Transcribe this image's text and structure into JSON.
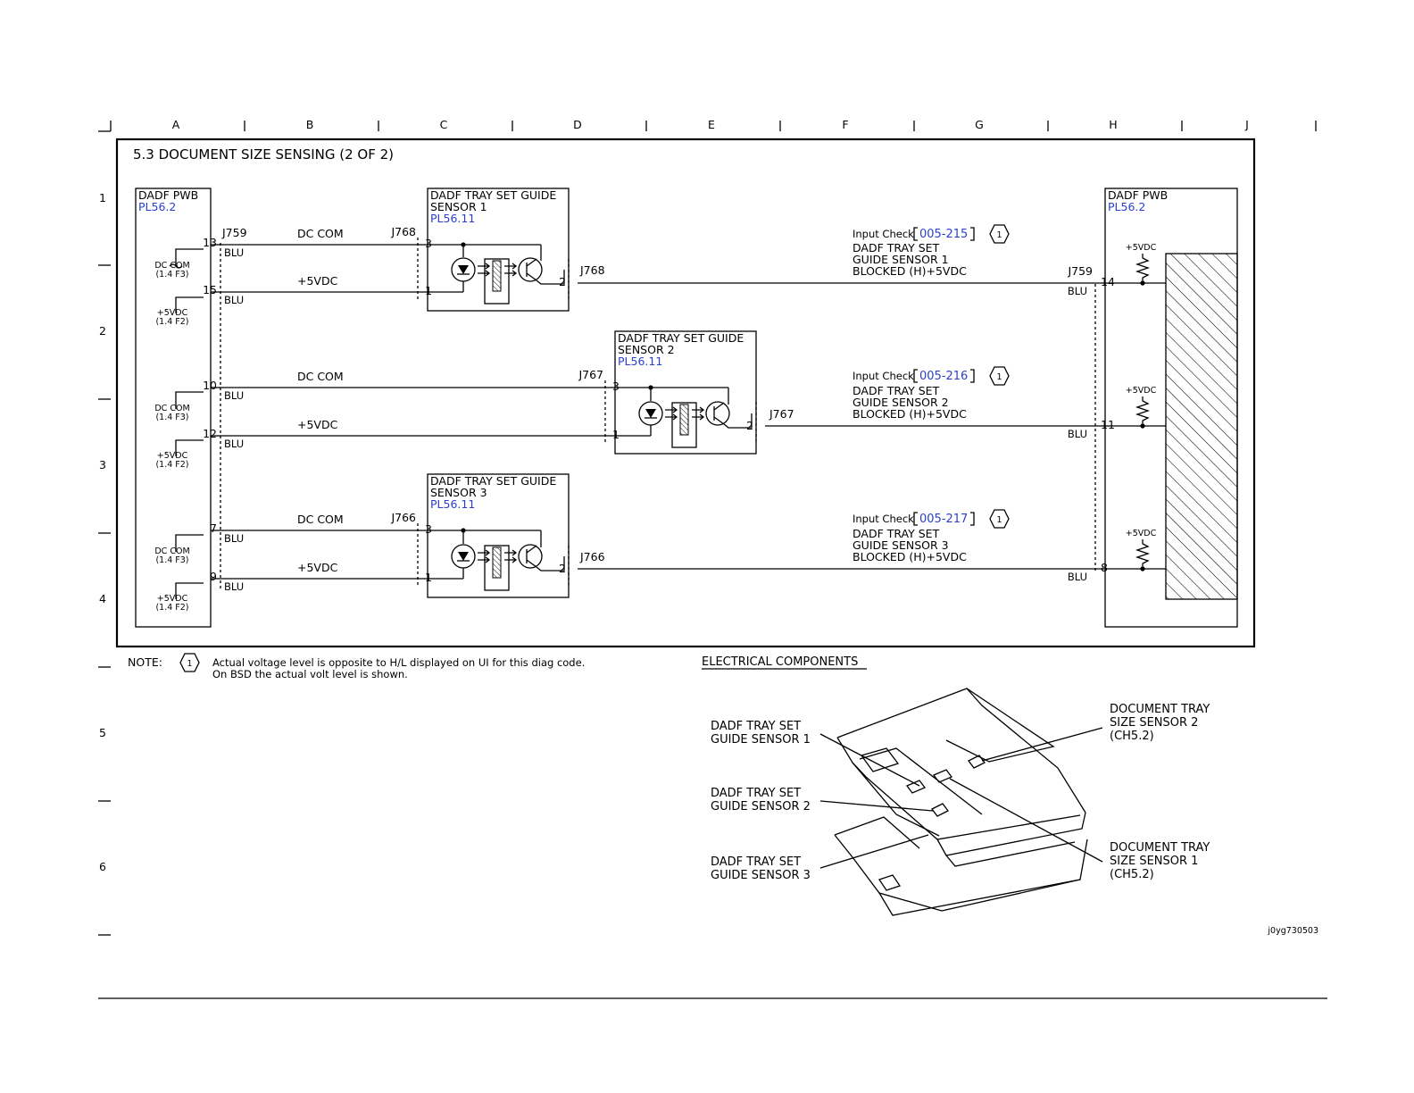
{
  "columns": [
    "A",
    "B",
    "C",
    "D",
    "E",
    "F",
    "G",
    "H",
    "J"
  ],
  "rows": [
    "1",
    "2",
    "3",
    "4",
    "5",
    "6"
  ],
  "title": "5.3 DOCUMENT SIZE SENSING (2 OF 2)",
  "pwb_left": {
    "name": "DADF  PWB",
    "ref": "PL56.2",
    "connector": "J759"
  },
  "pwb_right": {
    "name": "DADF  PWB",
    "ref": "PL56.2",
    "connector": "J759"
  },
  "wire_color": "BLU",
  "sensors": [
    {
      "title_line1": "DADF TRAY SET GUIDE",
      "title_line2": "SENSOR 1",
      "ref": "PL56.11",
      "conn_in": "J768",
      "conn_out": "J768",
      "pin_dccom": "13",
      "pin_5v": "15",
      "pin_s3": "3",
      "pin_s1": "1",
      "pin_s2": "2",
      "pin_right": "14",
      "dccom_label": "DC COM",
      "v5_label": "+5VDC",
      "fuse_dccom": {
        "line1": "DC COM",
        "line2": "(1.4 F3)"
      },
      "fuse_5v": {
        "line1": "+5VDC",
        "line2": "(1.4 F2)"
      },
      "check_label": "Input Check",
      "code": "005-215",
      "desc1": "DADF TRAY SET",
      "desc2": "GUIDE SENSOR 1",
      "desc3": "BLOCKED (H)+5VDC",
      "pullup": "+5VDC"
    },
    {
      "title_line1": "DADF TRAY SET GUIDE",
      "title_line2": "SENSOR 2",
      "ref": "PL56.11",
      "conn_in": "J767",
      "conn_out": "J767",
      "pin_dccom": "10",
      "pin_5v": "12",
      "pin_s3": "3",
      "pin_s1": "1",
      "pin_s2": "2",
      "pin_right": "11",
      "dccom_label": "DC COM",
      "v5_label": "+5VDC",
      "fuse_dccom": {
        "line1": "DC COM",
        "line2": "(1.4 F3)"
      },
      "fuse_5v": {
        "line1": "+5VDC",
        "line2": "(1.4 F2)"
      },
      "check_label": "Input Check",
      "code": "005-216",
      "desc1": "DADF TRAY SET",
      "desc2": "GUIDE SENSOR 2",
      "desc3": "BLOCKED (H)+5VDC",
      "pullup": "+5VDC"
    },
    {
      "title_line1": "DADF TRAY SET GUIDE",
      "title_line2": "SENSOR 3",
      "ref": "PL56.11",
      "conn_in": "J766",
      "conn_out": "J766",
      "pin_dccom": "7",
      "pin_5v": "9",
      "pin_s3": "3",
      "pin_s1": "1",
      "pin_s2": "2",
      "pin_right": "8",
      "dccom_label": "DC COM",
      "v5_label": "+5VDC",
      "fuse_dccom": {
        "line1": "DC COM",
        "line2": "(1.4 F3)"
      },
      "fuse_5v": {
        "line1": "+5VDC",
        "line2": "(1.4 F2)"
      },
      "check_label": "Input Check",
      "code": "005-217",
      "desc1": "DADF TRAY SET",
      "desc2": "GUIDE SENSOR 3",
      "desc3": "BLOCKED (H)+5VDC",
      "pullup": "+5VDC"
    }
  ],
  "note_badge": "1",
  "note": {
    "label": "NOTE:",
    "line1": "Actual voltage level is opposite to H/L displayed on UI for this diag code.",
    "line2": "On BSD the actual volt level is shown."
  },
  "components": {
    "heading": "ELECTRICAL COMPONENTS",
    "labels": [
      {
        "line1": "DADF TRAY SET",
        "line2": "GUIDE SENSOR 1",
        "line3": ""
      },
      {
        "line1": "DADF TRAY SET",
        "line2": "GUIDE SENSOR 2",
        "line3": ""
      },
      {
        "line1": "DADF TRAY SET",
        "line2": "GUIDE SENSOR 3",
        "line3": ""
      },
      {
        "line1": "DOCUMENT TRAY",
        "line2": "SIZE SENSOR 2",
        "line3": "(CH5.2)"
      },
      {
        "line1": "DOCUMENT TRAY",
        "line2": "SIZE SENSOR 1",
        "line3": "(CH5.2)"
      }
    ],
    "figure_id": "j0yg730503"
  }
}
